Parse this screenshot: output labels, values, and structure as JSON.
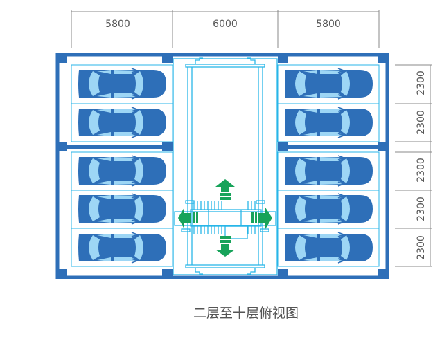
{
  "dimensions": {
    "top": [
      "5800",
      "6000",
      "5800"
    ],
    "right": [
      "2300",
      "2300",
      "2300",
      "2300",
      "2300"
    ]
  },
  "caption": "二层至十层俯视图",
  "colors": {
    "frame": "#2e6fb8",
    "line": "#29b6e8",
    "car_body": "#2e6fb8",
    "car_glass": "#9dd6f5",
    "arrow": "#17a35a",
    "dim_line": "#888888"
  },
  "icons": [
    "car-icon",
    "arrow-up-icon",
    "arrow-down-icon",
    "arrow-left-icon",
    "arrow-right-icon"
  ]
}
